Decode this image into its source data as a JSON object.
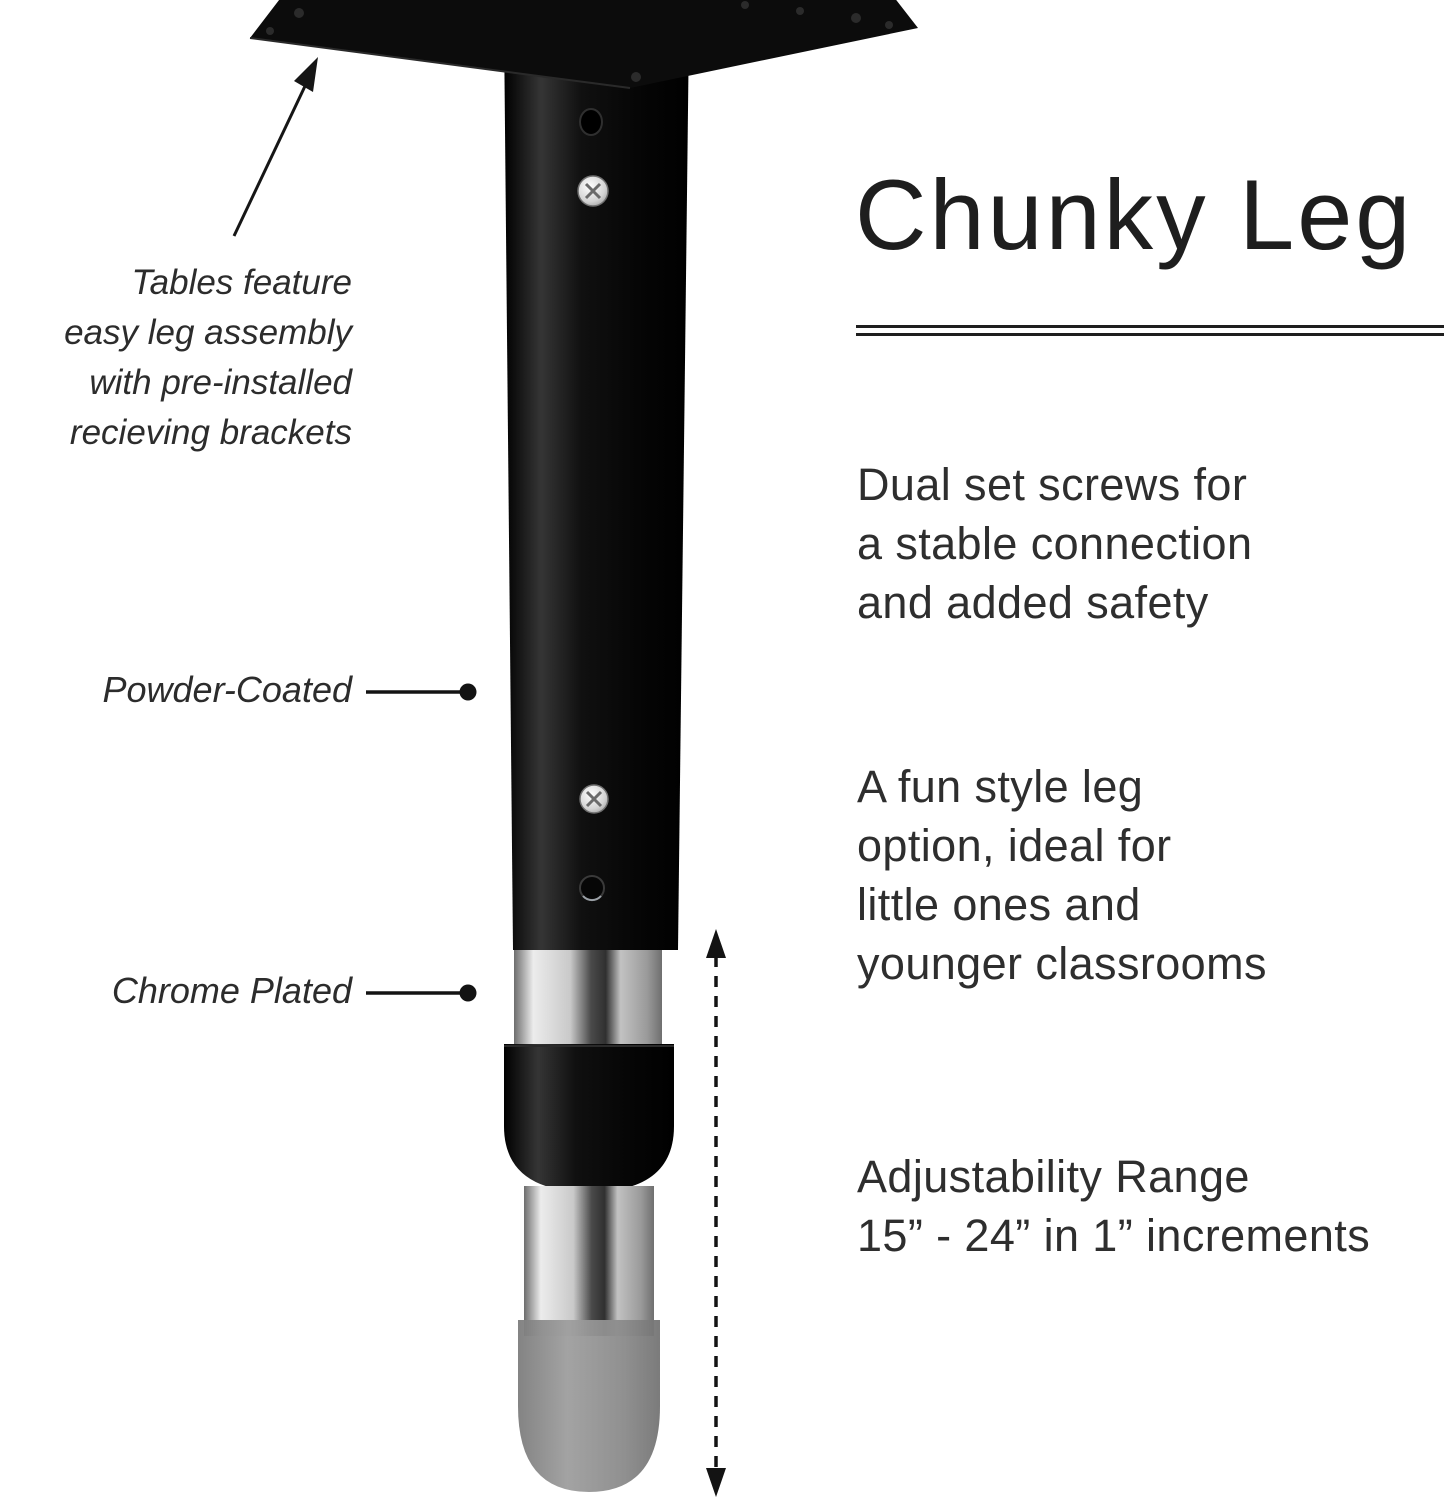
{
  "title": "Chunky Leg",
  "left_annotations": {
    "assembly_note": {
      "lines": [
        "Tables feature",
        "easy leg assembly",
        "with pre-installed",
        "recieving brackets"
      ]
    },
    "powder_coated_label": "Powder-Coated",
    "chrome_plated_label": "Chrome Plated"
  },
  "features": {
    "dual_screws": {
      "lines": [
        "Dual set screws for",
        "a stable connection",
        "and added safety"
      ]
    },
    "fun_style": {
      "lines": [
        "A fun style leg",
        "option, ideal for",
        "little ones and",
        "younger classrooms"
      ]
    },
    "adjustability": {
      "lines": [
        "Adjustability Range",
        "15” - 24” in 1” increments"
      ]
    }
  },
  "illustration": {
    "parts": [
      "mounting-plate",
      "powder-coated-shaft",
      "set-screws",
      "chrome-upper-sleeve",
      "adjustment-collar",
      "chrome-lower-tube",
      "rubber-foot",
      "adjustability-range-arrow",
      "bracket-pointer-arrow"
    ]
  },
  "colors": {
    "background": "#ffffff",
    "text": "#2e2e2e",
    "heading": "#1e1e1e",
    "leg_black": "#0d0d0d",
    "chrome": "#d9d9d9",
    "foot_gray": "#8f8f8f",
    "line": "#131313"
  }
}
